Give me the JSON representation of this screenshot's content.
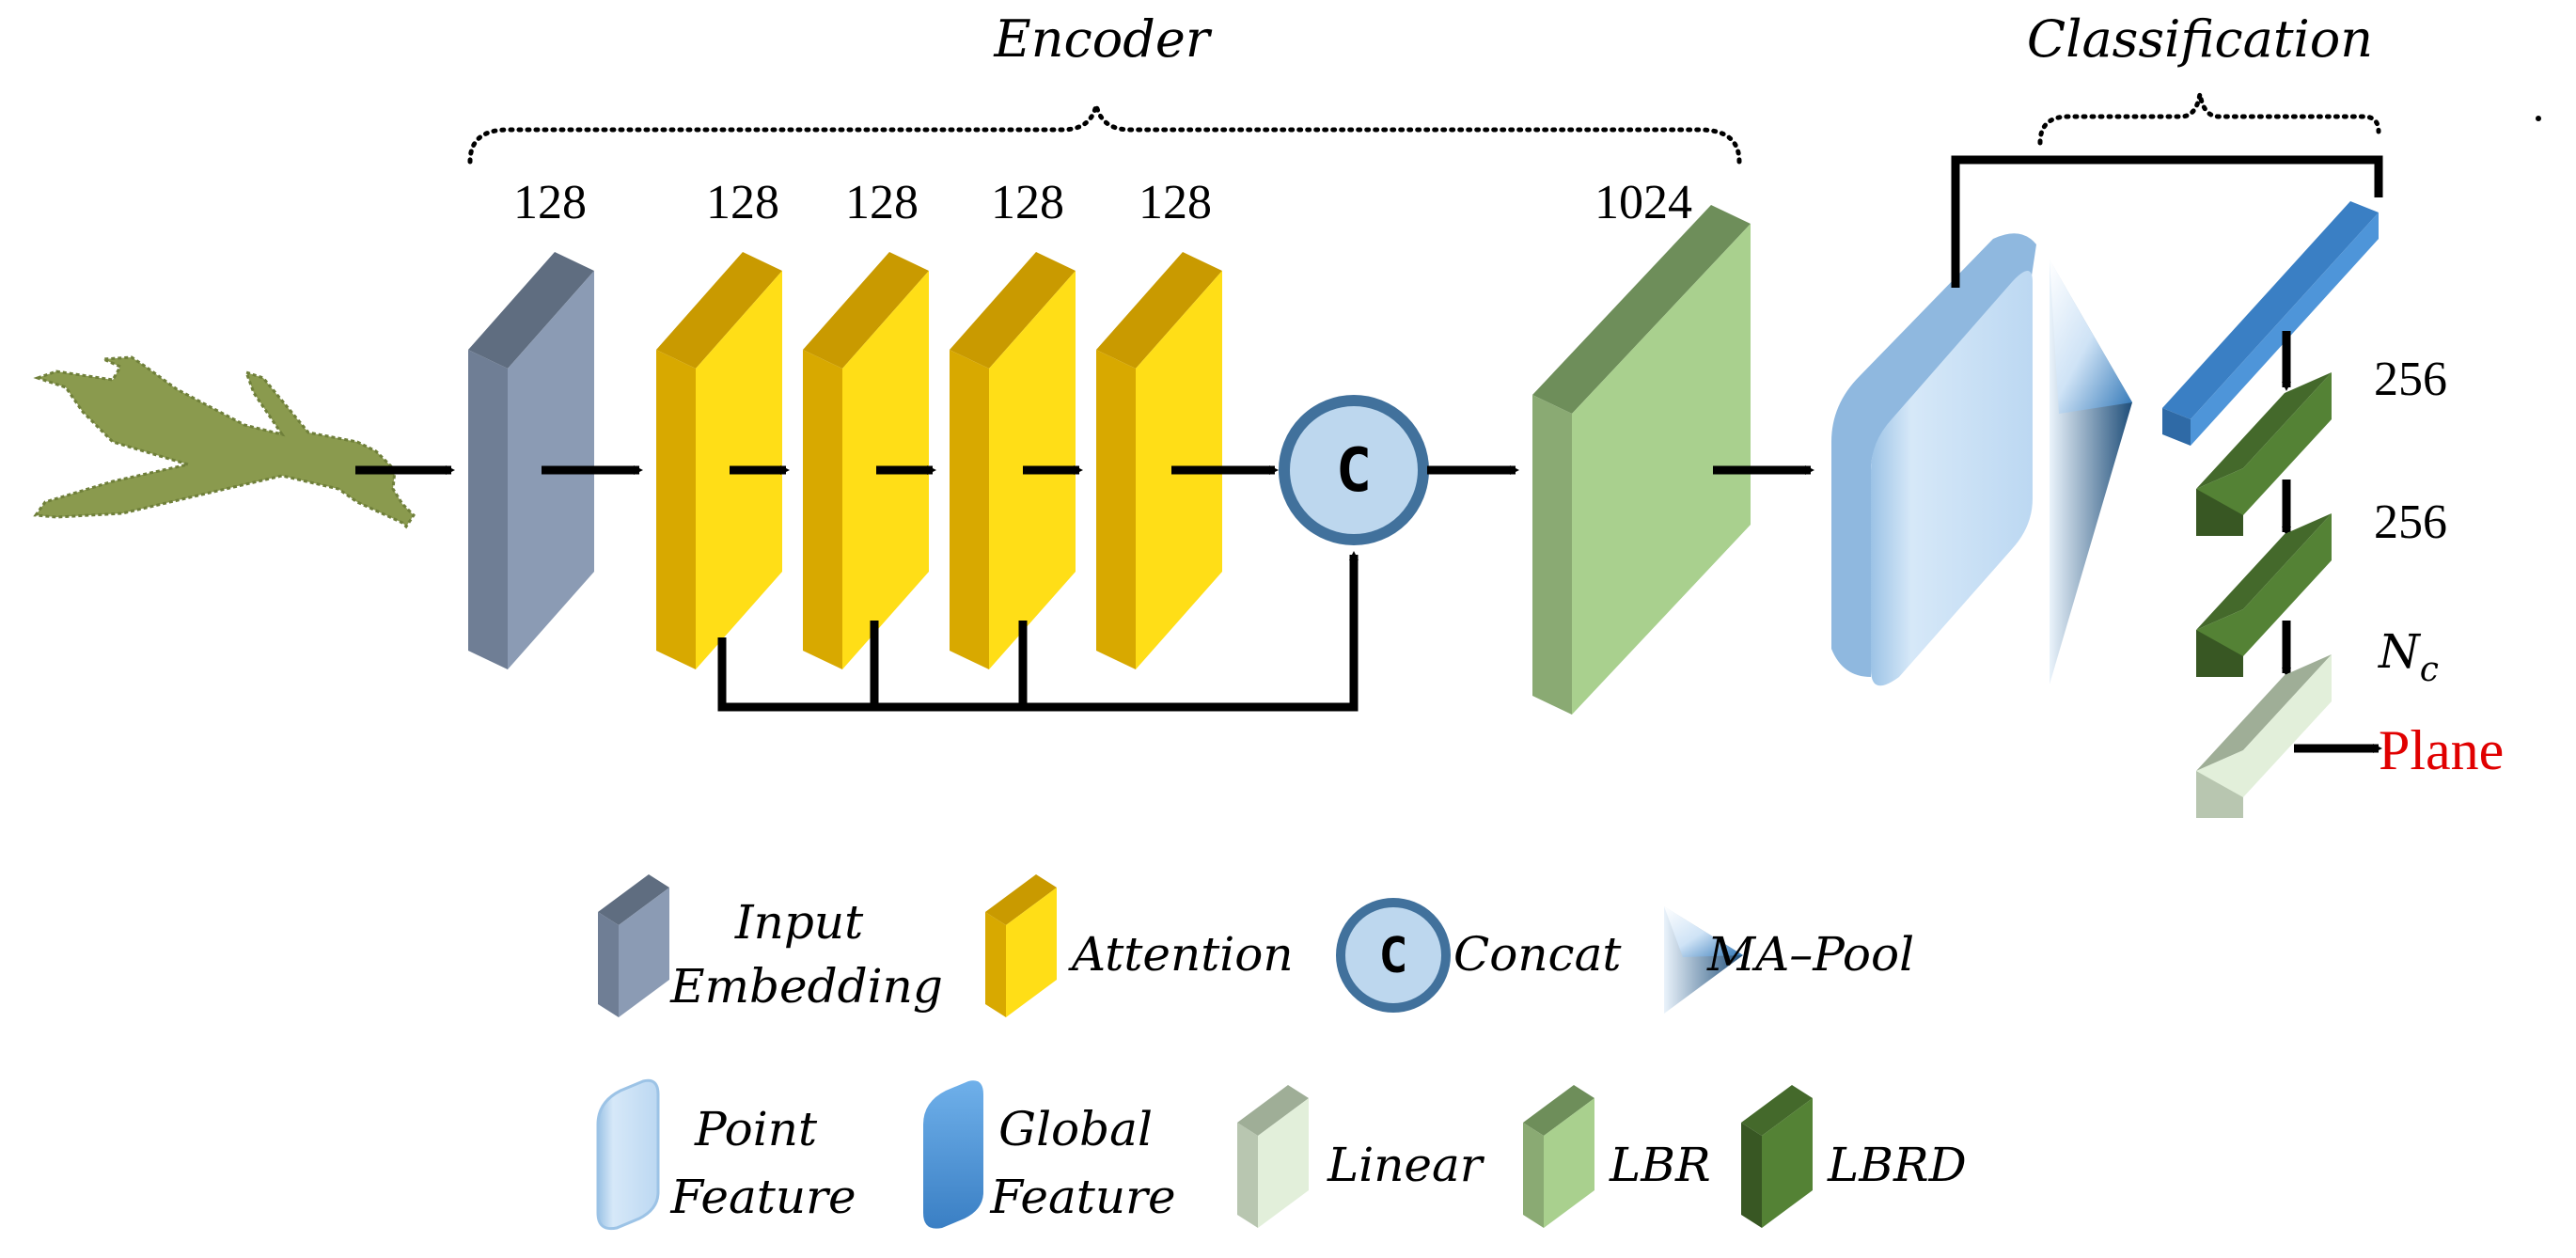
{
  "header": {
    "encoder": "Encoder",
    "classification": "Classification"
  },
  "dims": {
    "embed": "128",
    "att1": "128",
    "att2": "128",
    "att3": "128",
    "att4": "128",
    "lbr": "1024",
    "cls1": "256",
    "cls2": "256",
    "nc_main": "N",
    "nc_sub": "c"
  },
  "concat_symbol": "C",
  "output_label": "Plane",
  "legend": {
    "input_embedding": [
      "Input",
      "Embedding"
    ],
    "attention": "Attention",
    "concat_symbol": "C",
    "concat": "Concat",
    "ma_pool": "MA–Pool",
    "point_feature": [
      "Point",
      "Feature"
    ],
    "global_feature": [
      "Global",
      "Feature"
    ],
    "linear": "Linear",
    "lbr": "LBR",
    "lbrd": "LBRD"
  },
  "colors": {
    "embed_front": "#8b9bb4",
    "embed_side": "#5f6d80",
    "attention_front": "#ffde17",
    "attention_side": "#c99a00",
    "lbr_front": "#a9d08e",
    "lbr_side": "#6e8e5a",
    "lbrd_front": "#548235",
    "lbrd_side": "#385723",
    "linear_front": "#e2efda",
    "linear_side": "#8f9f87",
    "point_feature": "#bdd7ee",
    "global_feature": "#4e95d9",
    "concat_fill": "#bdd7ee",
    "concat_stroke": "#41719c",
    "output_text": "#e00000",
    "point_cloud": "#8a9a4e"
  }
}
